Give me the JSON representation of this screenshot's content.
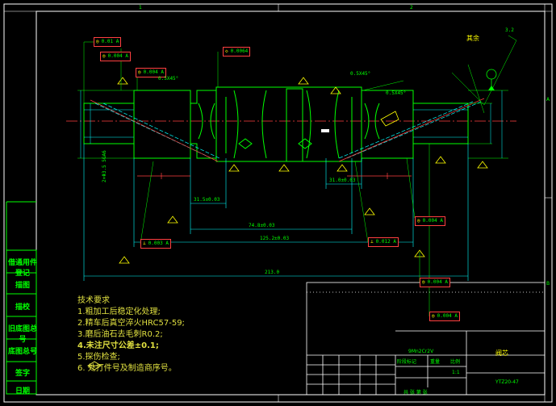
{
  "zones": {
    "top_1": "1",
    "top_2": "2",
    "right_a": "A",
    "right_b": "B"
  },
  "side_labels": [
    "借通用件登记",
    "描图",
    "描校",
    "旧底图总号",
    "底图总号",
    "签字",
    "日期"
  ],
  "requirements": {
    "title": "技术要求",
    "items": [
      "1.粗加工后稳定化处理;",
      "2.精车后真空淬火HRC57-59;",
      "3.磨后油石去毛刺R0.2;",
      "4.未注尺寸公差±0.1;",
      "5.探伤检查;",
      "6.     处打件号及制造商序号。"
    ]
  },
  "dimensions": {
    "d1": "31.5±0.03",
    "d2": "31.0±0.03",
    "d3": "74.8±0.03",
    "d4": "125.2±0.03",
    "d5": "213.0",
    "chamfer1": "0.5X45°",
    "chamfer2": "0.5X45°",
    "chamfer3": "0.5X45°",
    "left_vert": "2×Φ3.5  5GA6",
    "roughness_top": "其余",
    "roughness_val": "3.2"
  },
  "fcf": {
    "f1": "0.01",
    "f2": "0.004",
    "f3": "0.004",
    "f4": "0.0064",
    "f5": "0.003",
    "f6": "0.012",
    "f7": "0.004",
    "f8": "0.004",
    "f9": "0.004",
    "datum": "A"
  },
  "title_block": {
    "material": "9Mn2Cr2V",
    "part_name": "阀芯",
    "drawing_no": "YTZ20-47",
    "scale": "1:1",
    "weight_label": "重量",
    "scale_label": "比例",
    "stage_label": "阶段标记",
    "sheet": "共 张 第 张"
  },
  "colors": {
    "line": "#00ff00",
    "frame": "#ffffff",
    "dim": "#00ffff",
    "red": "#ff4040",
    "yellow": "#ffff00"
  }
}
